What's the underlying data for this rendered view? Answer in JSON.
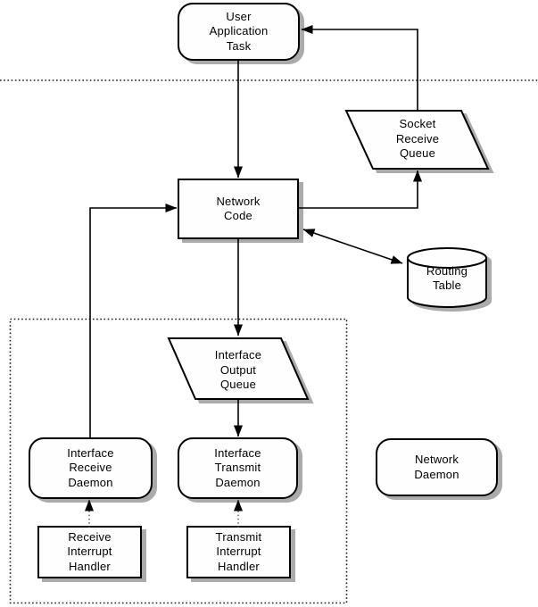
{
  "diagram": {
    "colors": {
      "stroke": "#000000",
      "node_fill": "#fefefe",
      "shadow": "#ababab",
      "background": "#ffffff",
      "dotted_line": "#1a1a1a"
    },
    "nodes": {
      "user_application_task": {
        "shape": "rounded-rect",
        "lines": [
          "User",
          "Application",
          "Task"
        ]
      },
      "socket_receive_queue": {
        "shape": "parallelogram",
        "lines": [
          "Socket",
          "Receive",
          "Queue"
        ]
      },
      "network_code": {
        "shape": "rect",
        "lines": [
          "Network",
          "Code"
        ]
      },
      "routing_table": {
        "shape": "cylinder",
        "lines": [
          "Routing",
          "Table"
        ]
      },
      "interface_output_queue": {
        "shape": "parallelogram",
        "lines": [
          "Interface",
          "Output",
          "Queue"
        ]
      },
      "interface_receive_daemon": {
        "shape": "rounded-rect",
        "lines": [
          "Interface",
          "Receive",
          "Daemon"
        ]
      },
      "interface_transmit_daemon": {
        "shape": "rounded-rect",
        "lines": [
          "Interface",
          "Transmit",
          "Daemon"
        ]
      },
      "network_daemon": {
        "shape": "rounded-rect",
        "lines": [
          "Network",
          "Daemon"
        ]
      },
      "receive_interrupt_handler": {
        "shape": "rect",
        "lines": [
          "Receive",
          "Interrupt",
          "Handler"
        ]
      },
      "transmit_interrupt_handler": {
        "shape": "rect",
        "lines": [
          "Transmit",
          "Interrupt",
          "Handler"
        ]
      }
    },
    "edges": [
      {
        "from": "user_application_task",
        "to": "network_code",
        "style": "solid",
        "bidirectional": false
      },
      {
        "from": "socket_receive_queue",
        "to": "user_application_task",
        "style": "solid",
        "bidirectional": false
      },
      {
        "from": "network_code",
        "to": "socket_receive_queue",
        "style": "solid",
        "bidirectional": false
      },
      {
        "from": "network_code",
        "to": "routing_table",
        "style": "solid",
        "bidirectional": true
      },
      {
        "from": "network_code",
        "to": "interface_output_queue",
        "style": "solid",
        "bidirectional": false
      },
      {
        "from": "interface_output_queue",
        "to": "interface_transmit_daemon",
        "style": "solid",
        "bidirectional": false
      },
      {
        "from": "interface_receive_daemon",
        "to": "network_code",
        "style": "solid",
        "bidirectional": false
      },
      {
        "from": "receive_interrupt_handler",
        "to": "interface_receive_daemon",
        "style": "dotted",
        "bidirectional": false
      },
      {
        "from": "transmit_interrupt_handler",
        "to": "interface_transmit_daemon",
        "style": "dotted",
        "bidirectional": false
      }
    ],
    "boundaries": {
      "horizontal_divider": {
        "style": "dotted"
      },
      "driver_boundary_box": {
        "style": "dotted"
      }
    }
  }
}
